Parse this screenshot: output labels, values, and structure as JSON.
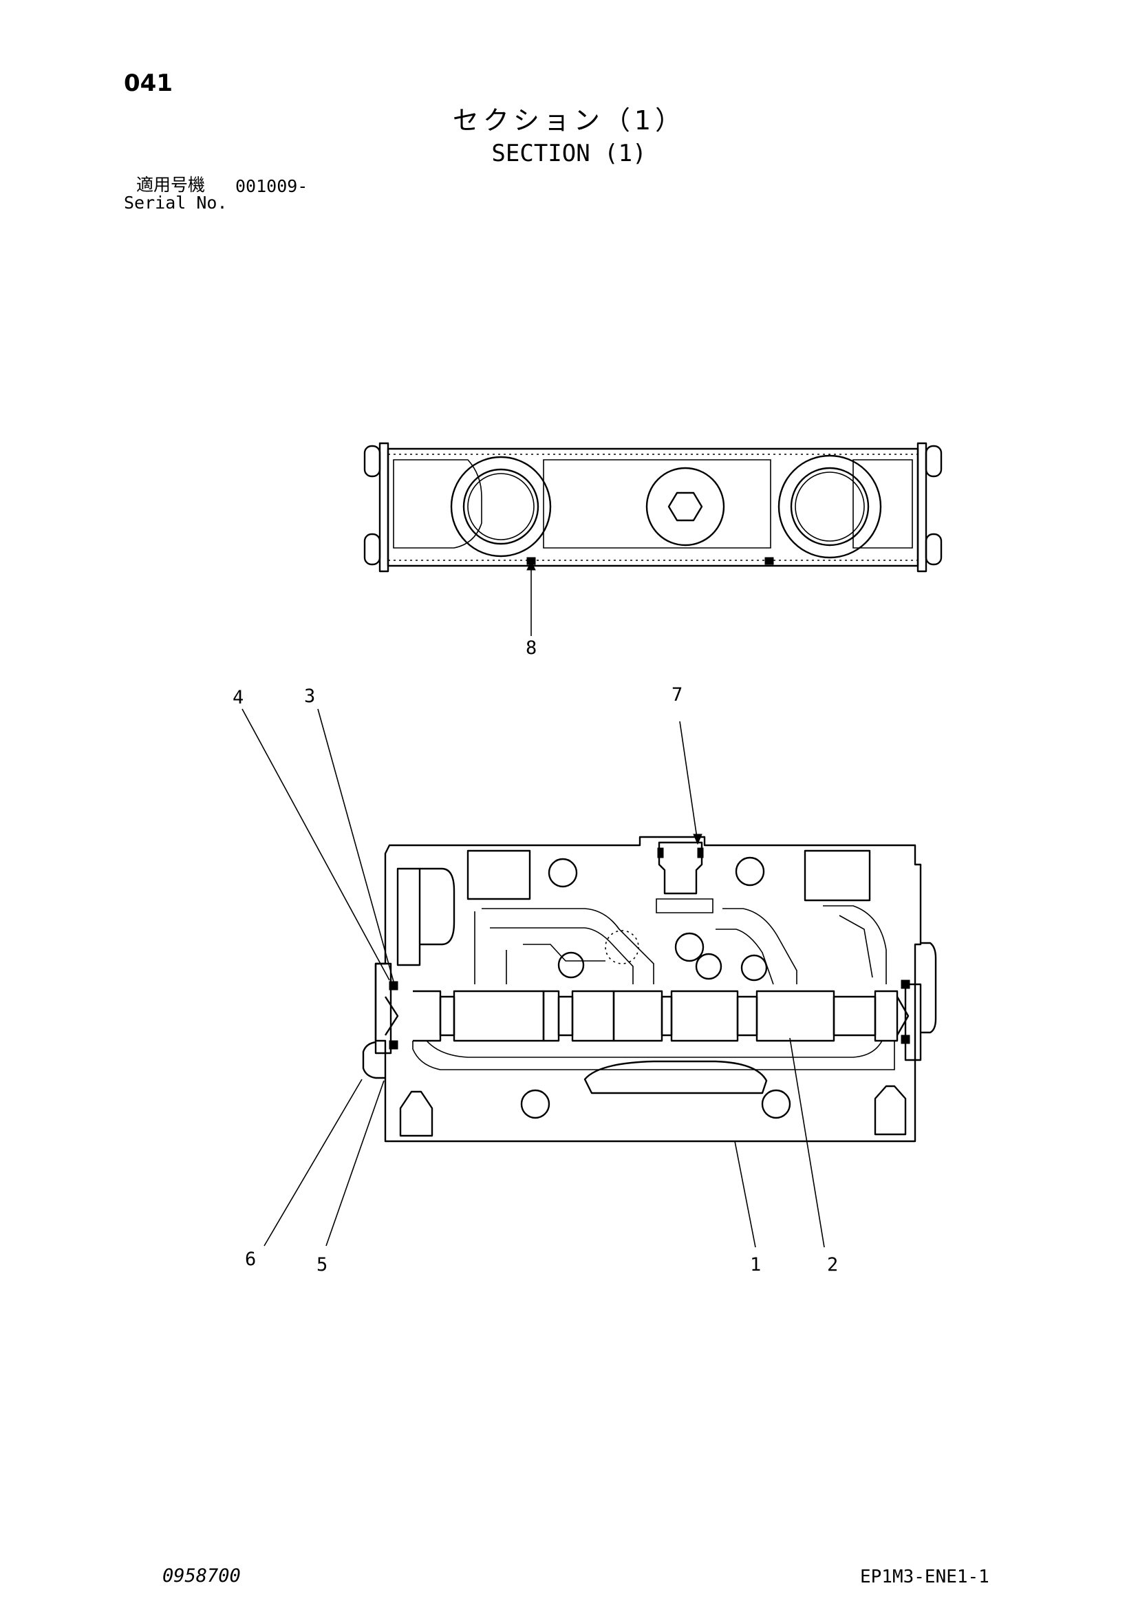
{
  "header": {
    "page_number": "041",
    "title_ja": "セクション（1）",
    "title_en": "SECTION (1)",
    "serial_label_ja": "適用号機",
    "serial_value": "001009-",
    "serial_label_en": "Serial No."
  },
  "diagram": {
    "callouts": [
      "8",
      "4",
      "3",
      "7",
      "6",
      "5",
      "1",
      "2"
    ]
  },
  "footer": {
    "drawing_number": "0958700",
    "page_code": "EP1M3-ENE1-1"
  }
}
